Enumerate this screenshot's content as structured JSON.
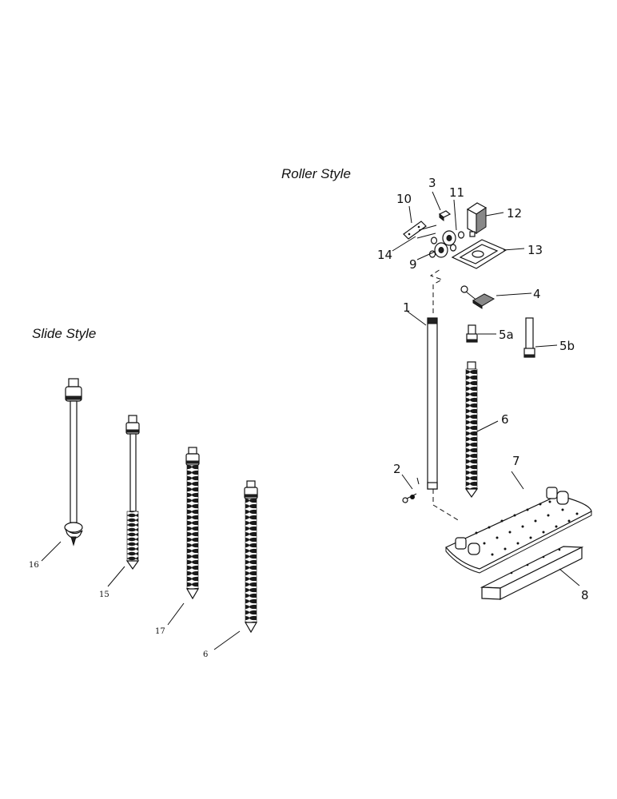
{
  "titles": {
    "roller": "Roller Style",
    "slide": "Slide Style"
  },
  "callouts": {
    "c1": "1",
    "c2": "2",
    "c3": "3",
    "c4": "4",
    "c5a": "5a",
    "c5b": "5b",
    "c6": "6",
    "c7": "7",
    "c8": "8",
    "c9": "9",
    "c10": "10",
    "c11": "11",
    "c12": "12",
    "c13": "13",
    "c14": "14",
    "s16": "16",
    "s15": "15",
    "s17": "17",
    "s6": "6"
  }
}
